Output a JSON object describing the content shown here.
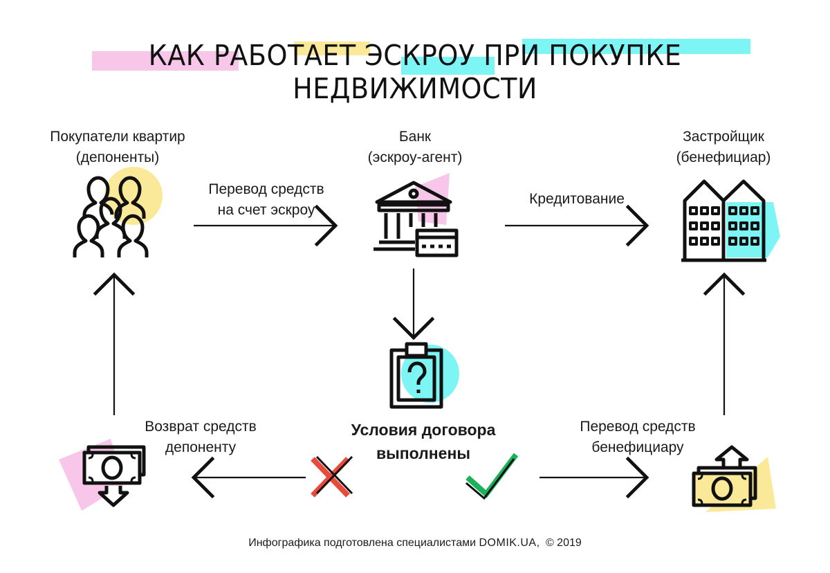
{
  "title": "КАК РАБОТАЕТ ЭСКРОУ ПРИ ПОКУПКЕ НЕДВИЖИМОСТИ",
  "nodes": {
    "buyers": {
      "line1": "Покупатели квартир",
      "line2": "(депоненты)",
      "icon": "people-icon"
    },
    "bank": {
      "line1": "Банк",
      "line2": "(эскроу-агент)",
      "icon": "bank-icon"
    },
    "developer": {
      "line1": "Застройщик",
      "line2": "(бенефициар)",
      "icon": "buildings-icon"
    },
    "conditions": {
      "line1": "Условия договора",
      "line2": "выполнены",
      "icon": "clipboard-question-icon"
    }
  },
  "edges": {
    "transfer_escrow": {
      "line1": "Перевод средств",
      "line2": "на счет эскроу"
    },
    "crediting": {
      "line1": "Кредитование"
    },
    "refund": {
      "line1": "Возврат средств",
      "line2": "депоненту"
    },
    "transfer_beneficiary": {
      "line1": "Перевод средств",
      "line2": "бенефициару"
    }
  },
  "footer": {
    "text": "Инфографика подготовлена специалистами ",
    "brand": "DOMIK.UA",
    "copyright": ",  © 2019"
  },
  "colors": {
    "pink": "#f7c6e8",
    "yellow": "#fbe99a",
    "cyan": "#7ef5f5",
    "red": "#e84a3b",
    "green": "#1bb35a",
    "ink": "#111111"
  }
}
